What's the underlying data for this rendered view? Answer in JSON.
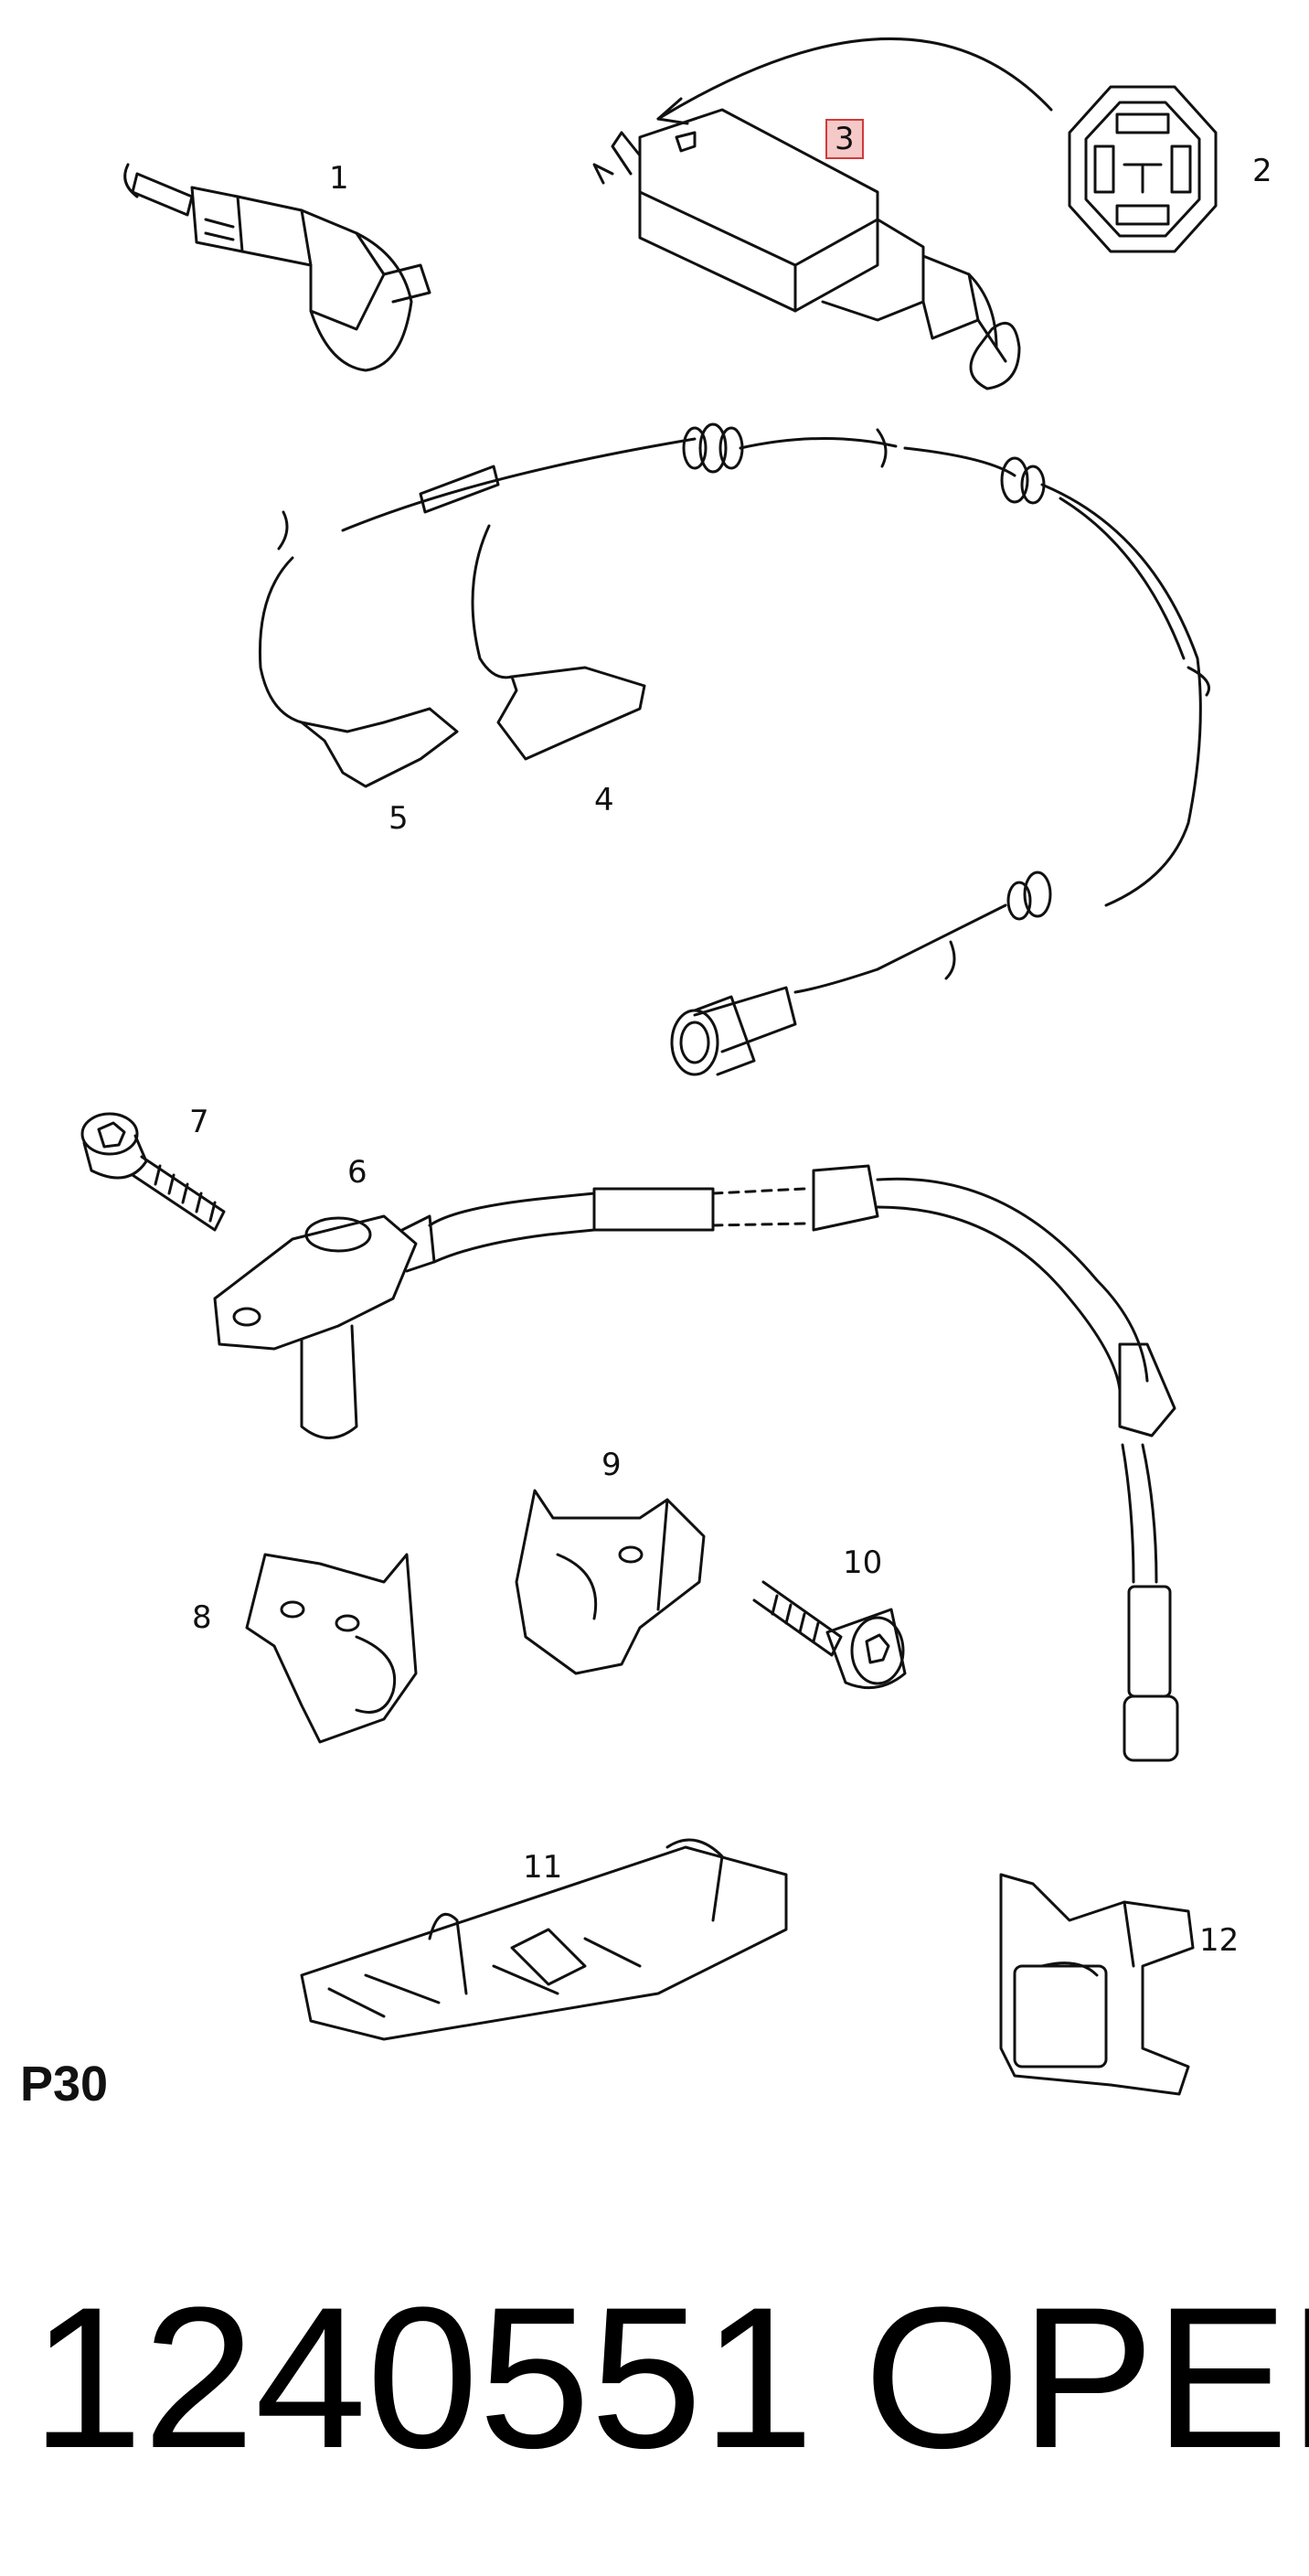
{
  "diagram": {
    "section_code": "P30",
    "callouts": {
      "c1": "1",
      "c2": "2",
      "c3": "3",
      "c4": "4",
      "c5": "5",
      "c6": "6",
      "c7": "7",
      "c8": "8",
      "c9": "9",
      "c10": "10",
      "c11": "11",
      "c12": "12"
    },
    "highlighted_callout": "3"
  },
  "footer": {
    "part_number": "1240551",
    "brand": "OPEL"
  },
  "colors": {
    "line": "#111111",
    "highlight_fill": "#f6c9c9",
    "highlight_border": "#d23b3b",
    "background": "#ffffff"
  }
}
